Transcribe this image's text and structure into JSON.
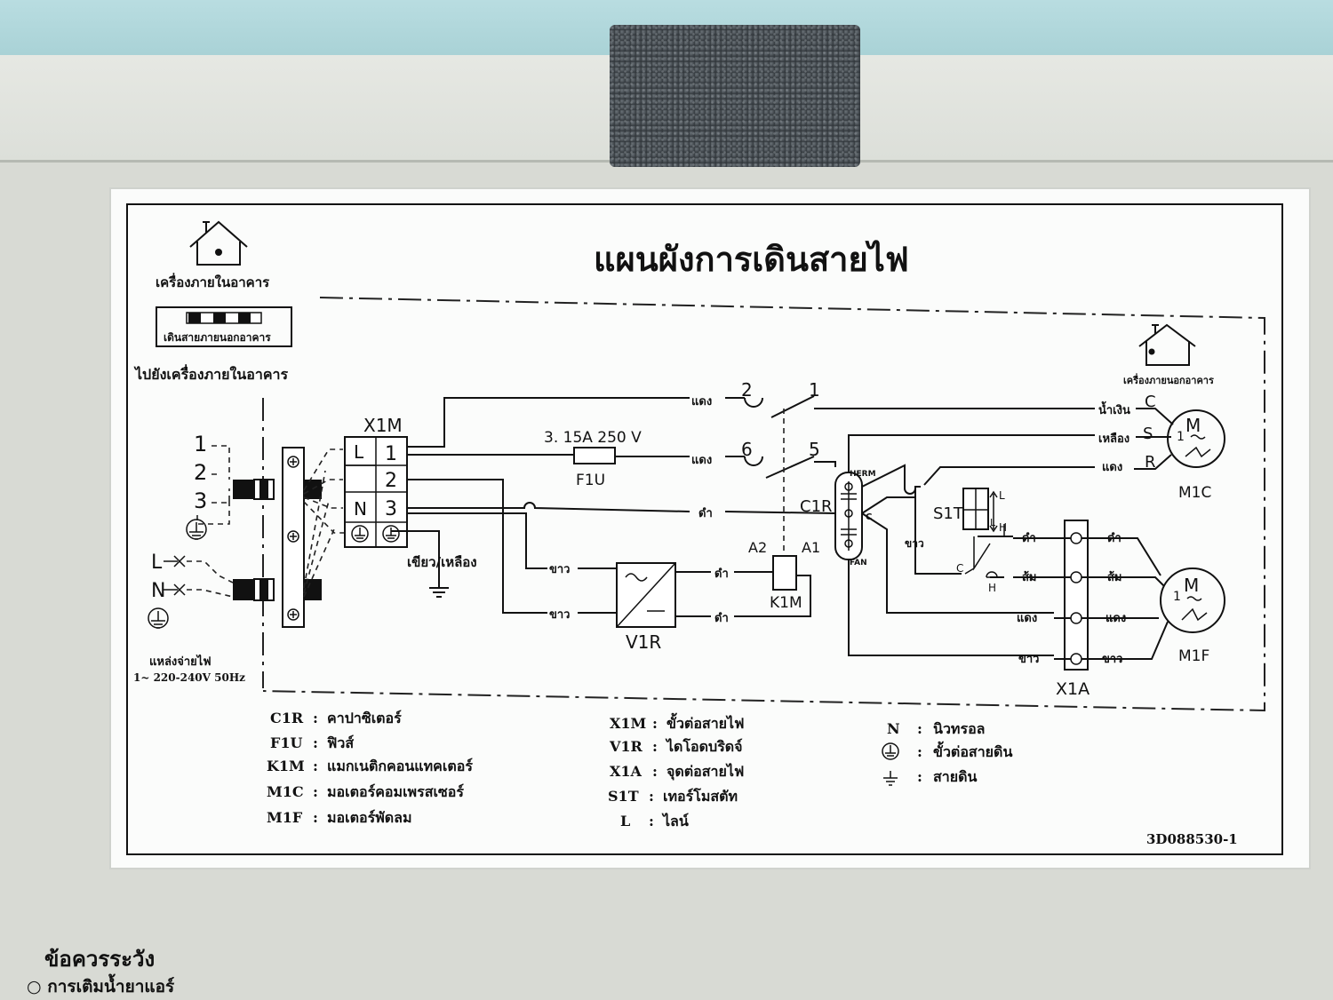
{
  "title": "แผนผังการเดินสายไฟ",
  "indoor_unit_label": "เครื่องภายในอาคาร",
  "outdoor_wiring_label": "เดินสายภายนอกอาคาร",
  "to_indoor_label": "ไปยังเครื่องภายในอาคาร",
  "outdoor_unit_label": "เครื่องภายนอกอาคาร",
  "power_source_label": "แหล่งจ่ายไฟ",
  "power_spec": "1~  220-240V 50Hz",
  "terminals_left": [
    "1",
    "2",
    "3"
  ],
  "line_label": "L",
  "neutral_label": "N",
  "x1m": {
    "name": "X1M",
    "cells": [
      "L",
      "1",
      "2",
      "N",
      "3"
    ]
  },
  "ground_wire_label": "เขียว/เหลือง",
  "fuse": {
    "rating": "3. 15A  250 V",
    "name": "F1U"
  },
  "wire_colors": {
    "red": "แดง",
    "black": "ดำ",
    "white": "ขาว",
    "blue": "น้ำเงิน",
    "yellow": "เหลือง",
    "orange": "ส้ม"
  },
  "contacts": [
    "2",
    "1",
    "6",
    "5"
  ],
  "relay": {
    "name": "K1M",
    "a2": "A2",
    "a1": "A1"
  },
  "rectifier": {
    "name": "V1R"
  },
  "capacitor": {
    "name": "C1R",
    "herm": "HERM",
    "fan": "FAN",
    "c": "C"
  },
  "thermostat": {
    "name": "S1T",
    "l": "L",
    "h": "H",
    "c": "C"
  },
  "compressor_motor": {
    "name": "M1C",
    "symbol": "M",
    "phase": "1",
    "pins": [
      "C",
      "S",
      "R"
    ]
  },
  "fan_motor": {
    "name": "M1F",
    "symbol": "M",
    "phase": "1"
  },
  "x1a": {
    "name": "X1A"
  },
  "legend_left": [
    {
      "code": "C1R",
      "desc": "คาปาซิเตอร์"
    },
    {
      "code": "F1U",
      "desc": "ฟิวส์"
    },
    {
      "code": "K1M",
      "desc": "แมกเนติกคอนแทคเตอร์"
    },
    {
      "code": "M1C",
      "desc": "มอเตอร์คอมเพรสเซอร์"
    },
    {
      "code": "M1F",
      "desc": "มอเตอร์พัดลม"
    }
  ],
  "legend_mid": [
    {
      "code": "X1M",
      "desc": "ขั้วต่อสายไฟ"
    },
    {
      "code": "V1R",
      "desc": "ไดโอดบริดจ์"
    },
    {
      "code": "X1A",
      "desc": "จุดต่อสายไฟ"
    },
    {
      "code": "S1T",
      "desc": "เทอร์โมสตัท"
    },
    {
      "code": "L",
      "desc": "ไลน์"
    }
  ],
  "legend_right": [
    {
      "code": "N",
      "desc": "นิวทรอล"
    },
    {
      "code": "",
      "desc": "ขั้วต่อสายดิน"
    },
    {
      "code": "",
      "desc": "สายดิน"
    }
  ],
  "doc_number": "3D088530-1",
  "caution_title": "ข้อควรระวัง",
  "caution_item": "การเติมน้ำยาแอร์"
}
